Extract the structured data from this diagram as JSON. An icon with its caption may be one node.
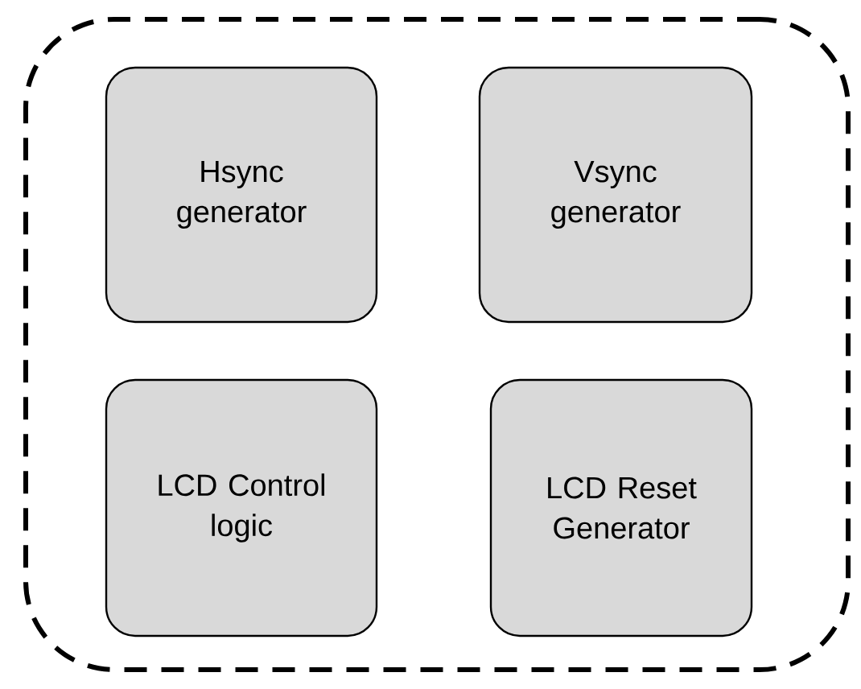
{
  "diagram": {
    "nodes": [
      {
        "text": [],
        "shape": "box"
      },
      {
        "text": [
          "Hsync generator"
        ],
        "in": 0
      },
      {
        "text": [
          "Vsync generator"
        ],
        "in": 0
      },
      {
        "text": [
          "LCD Control logic"
        ],
        "in": 0
      },
      {
        "text": [
          "LCD Reset Generator"
        ],
        "in": 0
      }
    ]
  }
}
